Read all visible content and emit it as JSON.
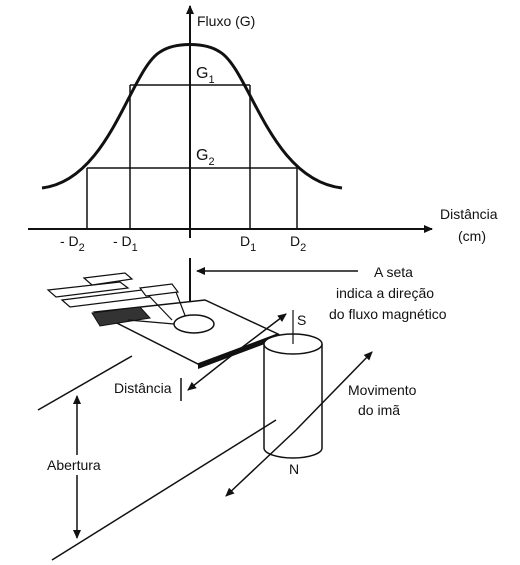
{
  "graph": {
    "y_axis_label": "Fluxo (G)",
    "x_axis_label_line1": "Distância",
    "x_axis_label_line2": "(cm)",
    "levels": [
      {
        "letter": "G",
        "sub": "1"
      },
      {
        "letter": "G",
        "sub": "2"
      }
    ],
    "ticks": [
      {
        "prefix": "- D",
        "sub": "2"
      },
      {
        "prefix": "- D",
        "sub": "1"
      },
      {
        "prefix": "D",
        "sub": "1"
      },
      {
        "prefix": "D",
        "sub": "2"
      }
    ]
  },
  "setup": {
    "arrow_note_line1": "A seta",
    "arrow_note_line2": "indica a  direção",
    "arrow_note_line3": "do fluxo magnético",
    "pole_south": "S",
    "pole_north": "N",
    "distance_label": "Distância",
    "opening_label": "Abertura",
    "motion_label_line1": "Movimento",
    "motion_label_line2": "do imã"
  },
  "colors": {
    "ink": "#111111",
    "background": "#ffffff"
  }
}
